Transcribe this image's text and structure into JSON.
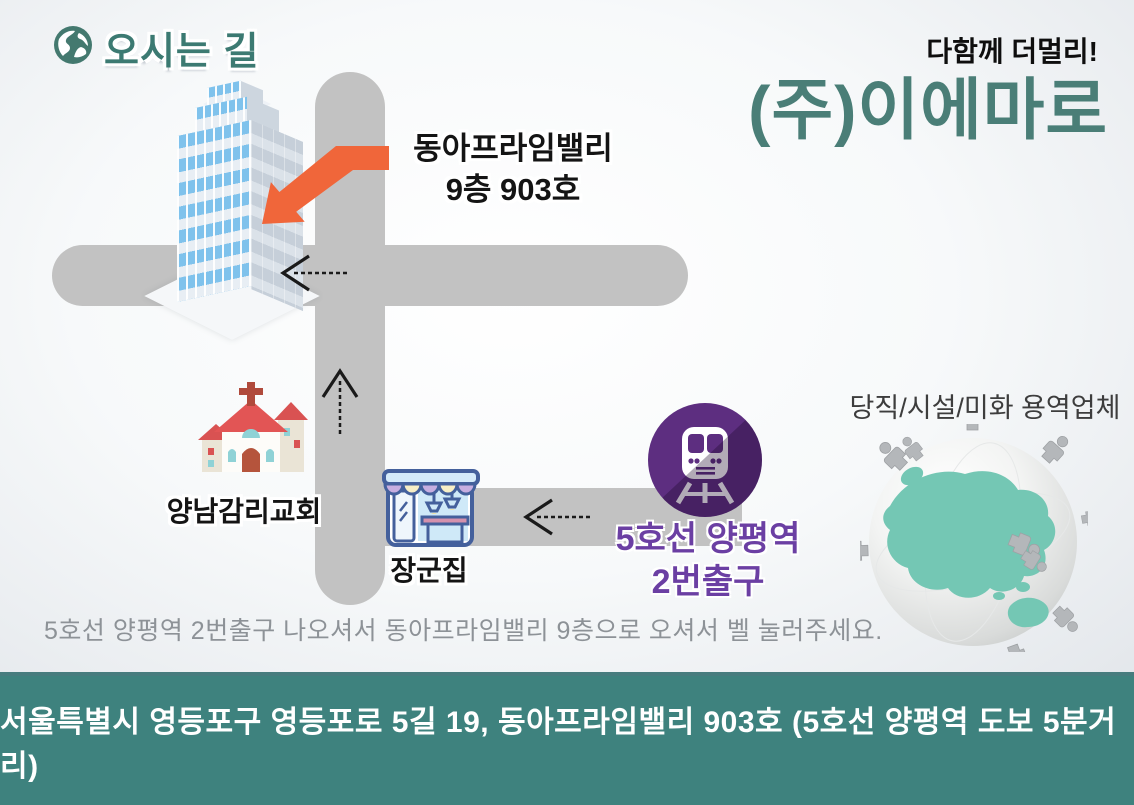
{
  "colors": {
    "teal_text": "#4a7e77",
    "teal_bar": "#3e827e",
    "road_gray": "#c2c2c2",
    "subway_purple": "#5d2e80",
    "subway_label_purple": "#6b3fa3",
    "arrow_orange": "#f0663a",
    "note_gray": "#8d9297"
  },
  "header": {
    "title": "오시는 길"
  },
  "brand": {
    "slogan": "다함께 더멀리!",
    "company": "(주)이에마로"
  },
  "map": {
    "building": {
      "label_line1": "동아프라임밸리",
      "label_line2": "9층 903호"
    },
    "church": {
      "label": "양남감리교회"
    },
    "store": {
      "label": "장군집"
    },
    "subway": {
      "label_line1": "5호선 양평역",
      "label_line2": "2번출구"
    }
  },
  "services": {
    "text": "당직/시설/미화 용역업체"
  },
  "note": {
    "text": "5호선 양평역 2번출구 나오셔서 동아프라임밸리 9층으로 오셔서 벨 눌러주세요."
  },
  "footer": {
    "address": "서울특별시 영등포구 영등포로 5길 19, 동아프라임밸리 903호 (5호선 양평역 도보 5분거리)"
  }
}
